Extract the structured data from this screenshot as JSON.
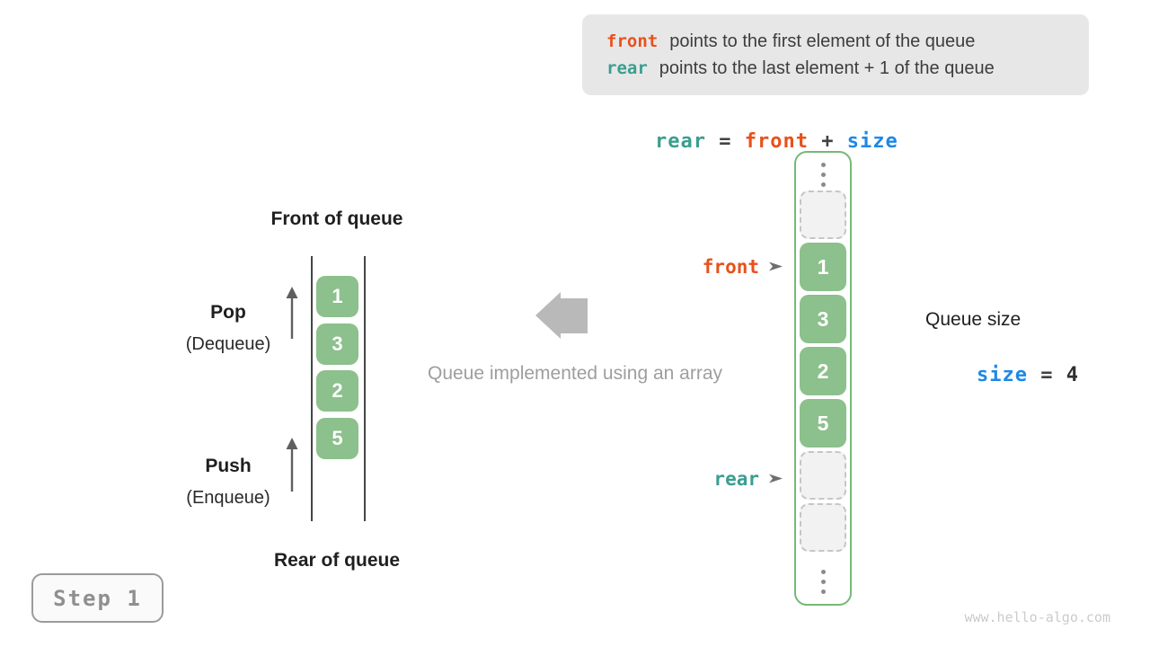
{
  "legend": {
    "items": [
      {
        "keyword": "front",
        "description": "points to the first element of the queue"
      },
      {
        "keyword": "rear",
        "description": "points to the last element + 1 of the queue"
      }
    ]
  },
  "equation": {
    "tokens": [
      "rear",
      " = ",
      "front",
      " + ",
      "size"
    ]
  },
  "left_diagram": {
    "front_label": "Front of queue",
    "rear_label": "Rear of queue",
    "pop_title": "Pop",
    "pop_subtitle": "(Dequeue)",
    "push_title": "Push",
    "push_subtitle": "(Enqueue)",
    "values": [
      "1",
      "3",
      "2",
      "5"
    ]
  },
  "middle": {
    "caption": "Queue implemented using an array"
  },
  "array_column": {
    "cells": [
      {
        "type": "empty",
        "value": ""
      },
      {
        "type": "filled",
        "value": "1"
      },
      {
        "type": "filled",
        "value": "3"
      },
      {
        "type": "filled",
        "value": "2"
      },
      {
        "type": "filled",
        "value": "5"
      },
      {
        "type": "empty",
        "value": ""
      },
      {
        "type": "empty",
        "value": ""
      }
    ],
    "front_pointer_label": "front",
    "rear_pointer_label": "rear"
  },
  "queue_size": {
    "label": "Queue size",
    "tokens": [
      "size",
      " = ",
      "4"
    ]
  },
  "step": {
    "label": "Step 1"
  },
  "watermark": {
    "text": "www.hello-algo.com"
  },
  "icons": {
    "top_ellipsis": "vertical-ellipsis-icon",
    "bottom_ellipsis": "vertical-ellipsis-icon",
    "front_arrow": "right-arrowhead-icon",
    "rear_arrow": "right-arrowhead-icon",
    "block_arrow": "left-block-arrow-icon",
    "pop_arrow": "up-arrow-icon",
    "push_arrow": "up-arrow-icon"
  },
  "colors": {
    "orange": "#e8511c",
    "teal": "#3a9e8f",
    "blue": "#1e88e5",
    "green_fill": "#8cc08c",
    "green_border": "#77b877",
    "legend_background": "#e7e7e7"
  }
}
